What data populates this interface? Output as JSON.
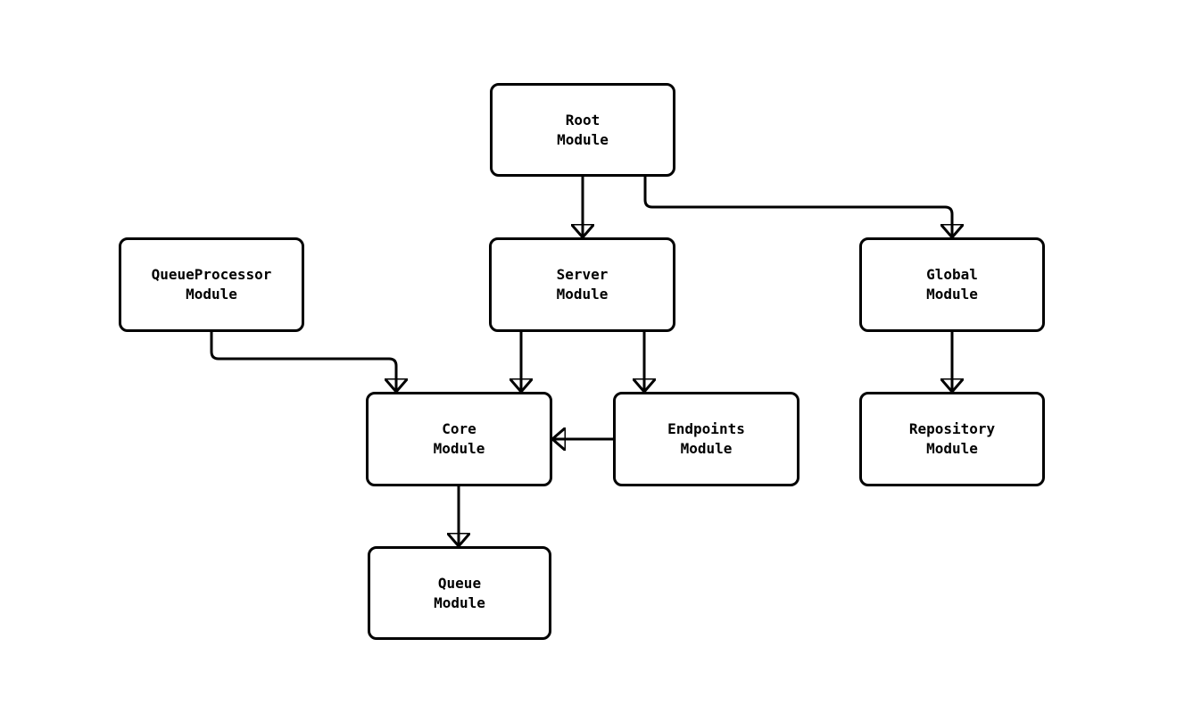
{
  "diagram": {
    "background_color": "#ffffff",
    "stroke_color": "#000000",
    "nodes": {
      "root": {
        "label": "Root\nModule"
      },
      "queueprocessor": {
        "label": "QueueProcessor\nModule"
      },
      "server": {
        "label": "Server\nModule"
      },
      "global": {
        "label": "Global\nModule"
      },
      "core": {
        "label": "Core\nModule"
      },
      "endpoints": {
        "label": "Endpoints\nModule"
      },
      "repository": {
        "label": "Repository\nModule"
      },
      "queue": {
        "label": "Queue\nModule"
      }
    },
    "edges": [
      {
        "from": "Root Module",
        "to": "Server Module"
      },
      {
        "from": "Root Module",
        "to": "Global Module"
      },
      {
        "from": "QueueProcessor Module",
        "to": "Core Module"
      },
      {
        "from": "Server Module",
        "to": "Core Module"
      },
      {
        "from": "Server Module",
        "to": "Endpoints Module"
      },
      {
        "from": "Endpoints Module",
        "to": "Core Module"
      },
      {
        "from": "Global Module",
        "to": "Repository Module"
      },
      {
        "from": "Core Module",
        "to": "Queue Module"
      }
    ]
  }
}
